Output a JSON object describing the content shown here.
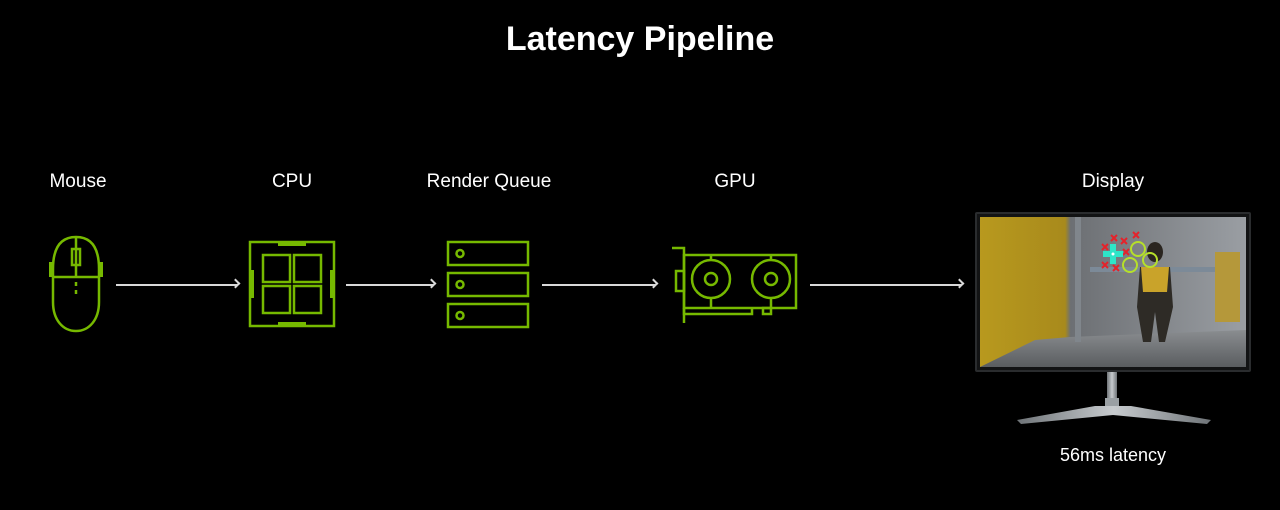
{
  "title": "Latency Pipeline",
  "accent_color": "#76b900",
  "stages": [
    {
      "label": "Mouse",
      "icon": "mouse-icon"
    },
    {
      "label": "CPU",
      "icon": "cpu-icon"
    },
    {
      "label": "Render Queue",
      "icon": "render-queue-icon"
    },
    {
      "label": "GPU",
      "icon": "gpu-icon"
    },
    {
      "label": "Display",
      "icon": "monitor-icon"
    }
  ],
  "display_caption": "56ms latency"
}
